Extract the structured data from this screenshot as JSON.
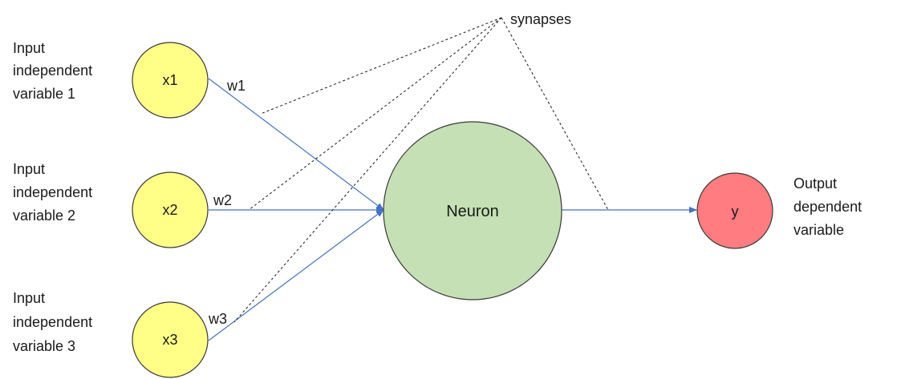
{
  "inputs": [
    {
      "label_lines": [
        "Input",
        "independent",
        "variable 1"
      ],
      "node": "x1",
      "weight": "w1"
    },
    {
      "label_lines": [
        "Input",
        "independent",
        "variable 2"
      ],
      "node": "x2",
      "weight": "w2"
    },
    {
      "label_lines": [
        "Input",
        "independent",
        "variable 3"
      ],
      "node": "x3",
      "weight": "w3"
    }
  ],
  "neuron": {
    "label": "Neuron"
  },
  "output": {
    "node": "y",
    "label_lines": [
      "Output",
      "dependent",
      "variable"
    ]
  },
  "synapses_label": "synapses",
  "colors": {
    "input_fill": "#FFFF88",
    "input_stroke": "#3a3a3a",
    "neuron_fill": "#C5E0B4",
    "output_fill": "#FF7C80",
    "connection": "#4472C4",
    "dashed": "#1a1a1a"
  }
}
